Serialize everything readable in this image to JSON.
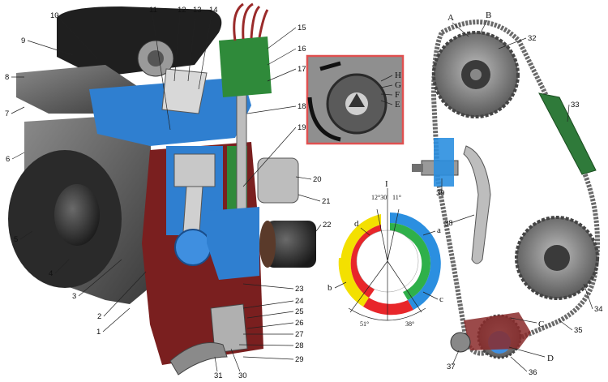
{
  "colors": {
    "block": "#3a3a3a",
    "coolant": "#2f7fd0",
    "oil": "#7a1f1f",
    "accent_green": "#2f8a3a",
    "frame": "#e05050",
    "seg_blue": "#2b8fe0",
    "seg_green": "#2fb04a",
    "seg_yellow": "#f3e000",
    "seg_red": "#e8262a"
  },
  "part_numbers": [
    "1",
    "2",
    "3",
    "4",
    "5",
    "6",
    "7",
    "8",
    "9",
    "10",
    "11",
    "12",
    "13",
    "14",
    "15",
    "16",
    "17",
    "18",
    "19",
    "20",
    "21",
    "22",
    "23",
    "24",
    "25",
    "26",
    "27",
    "28",
    "29",
    "30",
    "31",
    "32",
    "33",
    "34",
    "35",
    "36",
    "37",
    "38",
    "39"
  ],
  "inset_labels": [
    "H",
    "G",
    "F",
    "E"
  ],
  "chain_labels": [
    "A",
    "B",
    "C",
    "D"
  ],
  "timing_diagram": {
    "roman": "I",
    "angle_top_left": "12°30'",
    "angle_top_right": "11°",
    "angle_bottom_left": "51°",
    "angle_bottom_right": "38°",
    "segment_labels": [
      "a",
      "b",
      "c",
      "d"
    ]
  }
}
